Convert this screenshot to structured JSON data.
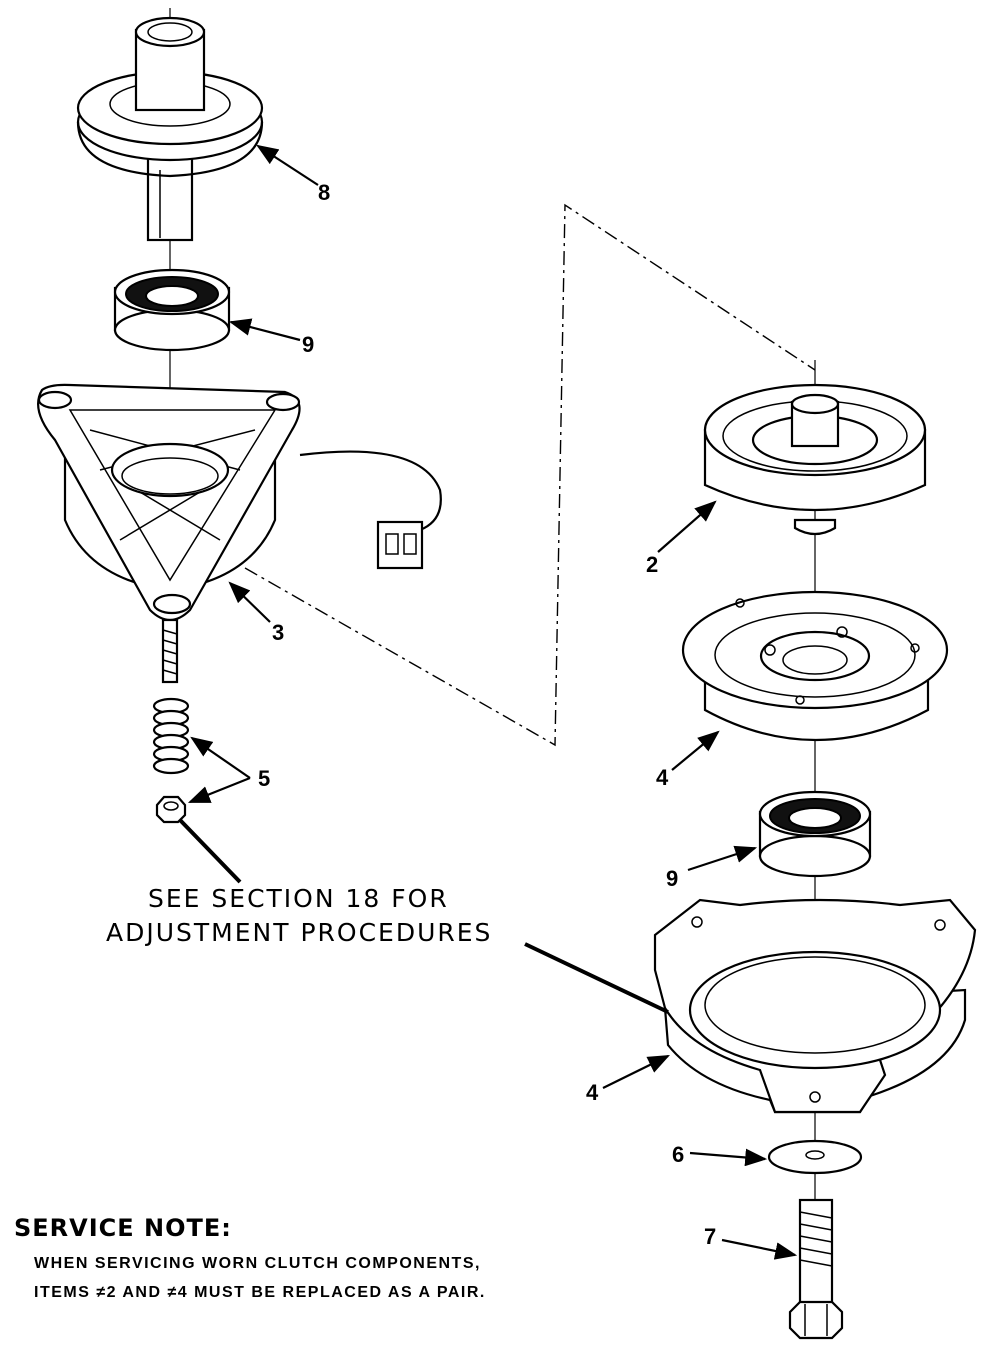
{
  "part_labels": [
    {
      "id": "pulley-top",
      "text": "8"
    },
    {
      "id": "bearing-top",
      "text": "9"
    },
    {
      "id": "bracket",
      "text": "3"
    },
    {
      "id": "spring-nut",
      "text": "5"
    },
    {
      "id": "clutch-rotor",
      "text": "2"
    },
    {
      "id": "armature",
      "text": "4"
    },
    {
      "id": "bearing-bottom",
      "text": "9"
    },
    {
      "id": "pulley-guard",
      "text": "4"
    },
    {
      "id": "washer",
      "text": "6"
    },
    {
      "id": "bolt",
      "text": "7"
    }
  ],
  "adjustment_note": {
    "line1": "SEE SECTION 18 FOR",
    "line2": "ADJUSTMENT PROCEDURES"
  },
  "service_note": {
    "heading": "SERVICE NOTE:",
    "line1": "WHEN SERVICING WORN CLUTCH COMPONENTS,",
    "line2": "ITEMS ≠2 AND ≠4 MUST BE REPLACED AS A PAIR."
  }
}
